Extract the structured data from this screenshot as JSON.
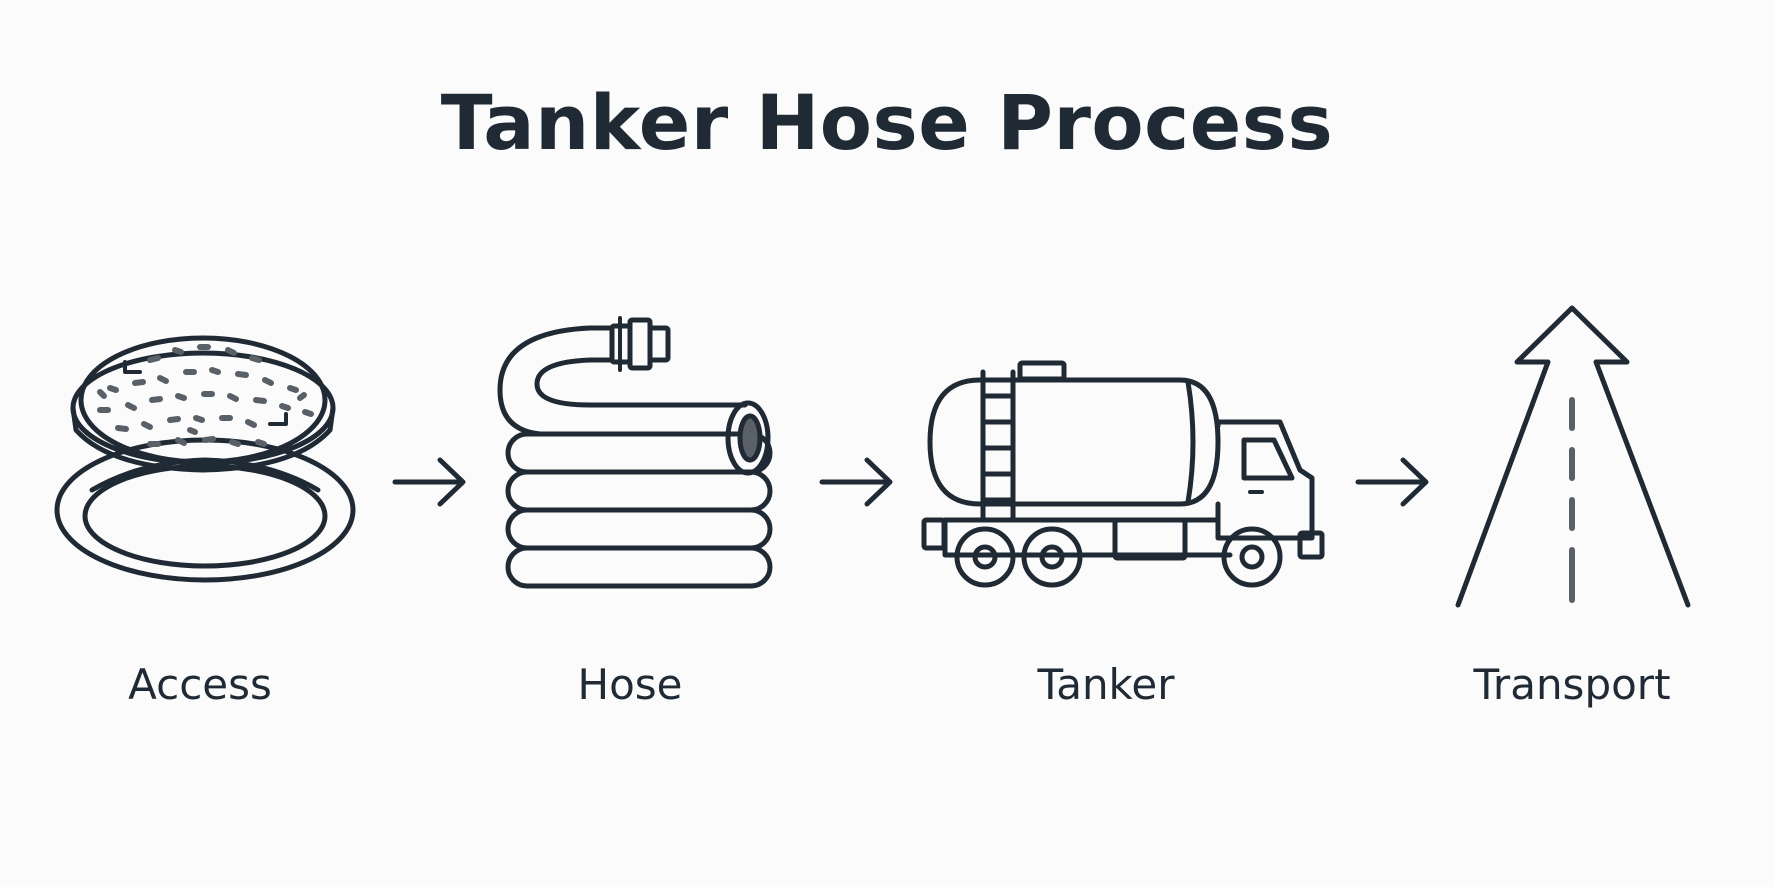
{
  "diagram": {
    "title": "Tanker Hose Process",
    "steps": [
      {
        "label": "Access",
        "icon": "manhole-cover-icon"
      },
      {
        "label": "Hose",
        "icon": "coiled-hose-icon"
      },
      {
        "label": "Tanker",
        "icon": "tanker-truck-icon"
      },
      {
        "label": "Transport",
        "icon": "road-arrow-icon"
      }
    ],
    "connector_icon": "arrow-right-icon",
    "colors": {
      "stroke": "#1f2a35",
      "accent_gray": "#5a6068",
      "background": "#fbfbfb"
    }
  }
}
